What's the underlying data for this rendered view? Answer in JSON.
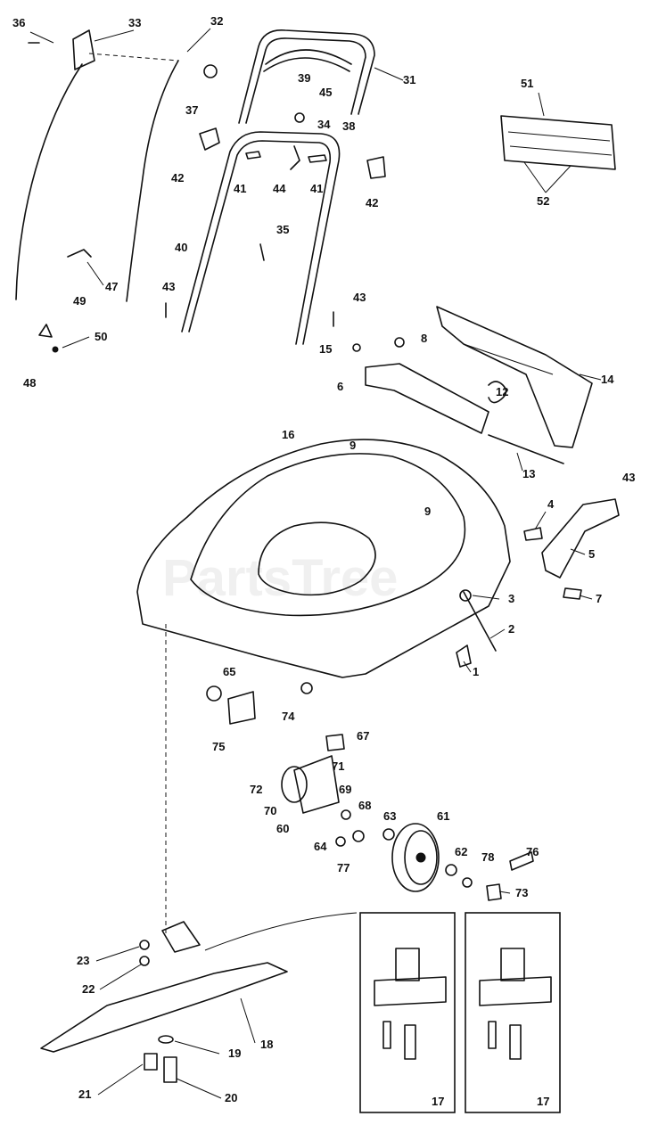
{
  "watermark": "PartsTree",
  "callouts": [
    {
      "id": "c1",
      "label": "1"
    },
    {
      "id": "c2",
      "label": "2"
    },
    {
      "id": "c3",
      "label": "3"
    },
    {
      "id": "c4",
      "label": "4"
    },
    {
      "id": "c5",
      "label": "5"
    },
    {
      "id": "c6",
      "label": "6"
    },
    {
      "id": "c7",
      "label": "7"
    },
    {
      "id": "c8",
      "label": "8"
    },
    {
      "id": "c9a",
      "label": "9"
    },
    {
      "id": "c9b",
      "label": "9"
    },
    {
      "id": "c12",
      "label": "12"
    },
    {
      "id": "c13",
      "label": "13"
    },
    {
      "id": "c14",
      "label": "14"
    },
    {
      "id": "c15",
      "label": "15"
    },
    {
      "id": "c16",
      "label": "16"
    },
    {
      "id": "c17a",
      "label": "17"
    },
    {
      "id": "c17b",
      "label": "17"
    },
    {
      "id": "c18",
      "label": "18"
    },
    {
      "id": "c19",
      "label": "19"
    },
    {
      "id": "c20",
      "label": "20"
    },
    {
      "id": "c21",
      "label": "21"
    },
    {
      "id": "c22",
      "label": "22"
    },
    {
      "id": "c23",
      "label": "23"
    },
    {
      "id": "c31",
      "label": "31"
    },
    {
      "id": "c32",
      "label": "32"
    },
    {
      "id": "c33",
      "label": "33"
    },
    {
      "id": "c34",
      "label": "34"
    },
    {
      "id": "c35",
      "label": "35"
    },
    {
      "id": "c36",
      "label": "36"
    },
    {
      "id": "c37",
      "label": "37"
    },
    {
      "id": "c38",
      "label": "38"
    },
    {
      "id": "c39",
      "label": "39"
    },
    {
      "id": "c40",
      "label": "40"
    },
    {
      "id": "c41a",
      "label": "41"
    },
    {
      "id": "c41b",
      "label": "41"
    },
    {
      "id": "c42a",
      "label": "42"
    },
    {
      "id": "c42b",
      "label": "42"
    },
    {
      "id": "c43a",
      "label": "43"
    },
    {
      "id": "c43b",
      "label": "43"
    },
    {
      "id": "c43c",
      "label": "43"
    },
    {
      "id": "c44",
      "label": "44"
    },
    {
      "id": "c45",
      "label": "45"
    },
    {
      "id": "c47",
      "label": "47"
    },
    {
      "id": "c48",
      "label": "48"
    },
    {
      "id": "c49",
      "label": "49"
    },
    {
      "id": "c50",
      "label": "50"
    },
    {
      "id": "c51",
      "label": "51"
    },
    {
      "id": "c52",
      "label": "52"
    },
    {
      "id": "c60",
      "label": "60"
    },
    {
      "id": "c61",
      "label": "61"
    },
    {
      "id": "c62",
      "label": "62"
    },
    {
      "id": "c63",
      "label": "63"
    },
    {
      "id": "c64",
      "label": "64"
    },
    {
      "id": "c65",
      "label": "65"
    },
    {
      "id": "c67",
      "label": "67"
    },
    {
      "id": "c68",
      "label": "68"
    },
    {
      "id": "c69",
      "label": "69"
    },
    {
      "id": "c70",
      "label": "70"
    },
    {
      "id": "c71",
      "label": "71"
    },
    {
      "id": "c72",
      "label": "72"
    },
    {
      "id": "c73",
      "label": "73"
    },
    {
      "id": "c74",
      "label": "74"
    },
    {
      "id": "c75",
      "label": "75"
    },
    {
      "id": "c76",
      "label": "76"
    },
    {
      "id": "c77",
      "label": "77"
    },
    {
      "id": "c78",
      "label": "78"
    }
  ]
}
